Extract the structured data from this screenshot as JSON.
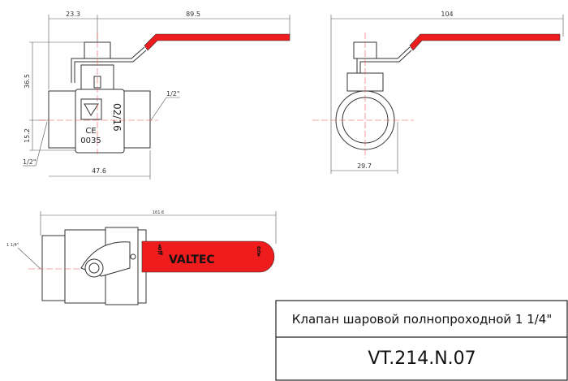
{
  "front_view": {
    "dims": {
      "handle_offset": "23.3",
      "handle_length": "89.5",
      "height_top": "36.5",
      "height_bottom": "15.2",
      "length": "47.6",
      "thread_right": "1/2\"",
      "thread_left": "1/2\""
    },
    "markings": {
      "date": "02/16",
      "ce": "CE",
      "cert": "0035"
    }
  },
  "side_view": {
    "dims": {
      "width": "104",
      "diameter": "29.7"
    }
  },
  "top_view": {
    "dims": {
      "length": "161.6",
      "thread": "1 1/4\""
    },
    "handle": {
      "brand": "VALTEC",
      "off": "◂off",
      "on": "on▸"
    }
  },
  "title_block": {
    "name": "Клапан шаровой полнопроходной 1 1/4\"",
    "code": "VT.214.N.07"
  },
  "colors": {
    "handle": "#ee1c1c",
    "centerline": "#ee5555"
  }
}
